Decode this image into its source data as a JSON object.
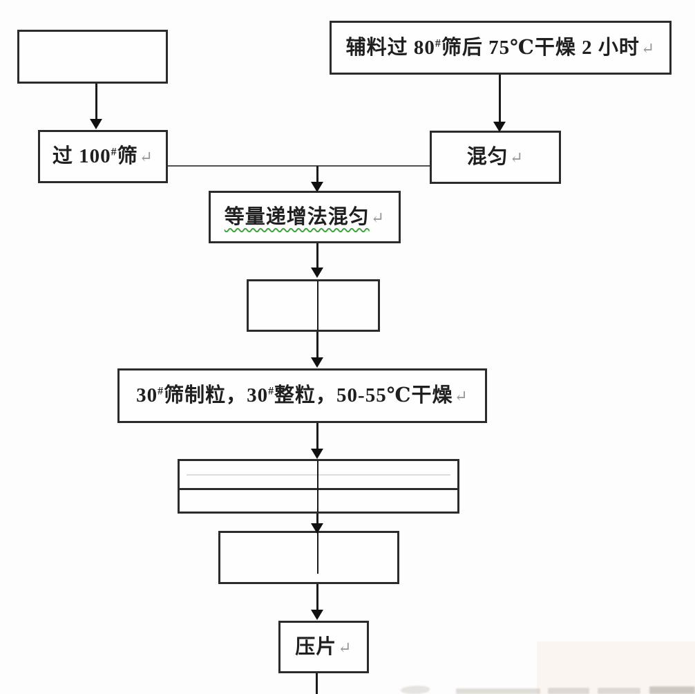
{
  "marks": {
    "return": "↵"
  },
  "nodes": {
    "blank_top_left": {
      "label": ""
    },
    "excipient_dry": {
      "parts": [
        "辅料过 80",
        "#",
        "筛后 75℃干燥 2 小时"
      ]
    },
    "sieve_100": {
      "parts": [
        "过 100",
        "#",
        "筛"
      ]
    },
    "mix": {
      "label": "混匀"
    },
    "equal_increment_mix": {
      "label": "等量递增法混匀"
    },
    "blank_mid": {
      "label": ""
    },
    "granulate": {
      "parts": [
        "30",
        "#",
        "筛制粒，30",
        "#",
        "整粒，50-55℃干燥"
      ]
    },
    "blank_wide": {
      "label": ""
    },
    "blank_lower": {
      "label": ""
    },
    "tablet_press": {
      "label": "压片"
    }
  },
  "colors": {
    "box_border": "#2b2b2b",
    "text": "#1f1f1f",
    "return_mark": "#999999",
    "spellcheck_squiggle": "#3fa33f",
    "connector": "#1a1a1a"
  }
}
